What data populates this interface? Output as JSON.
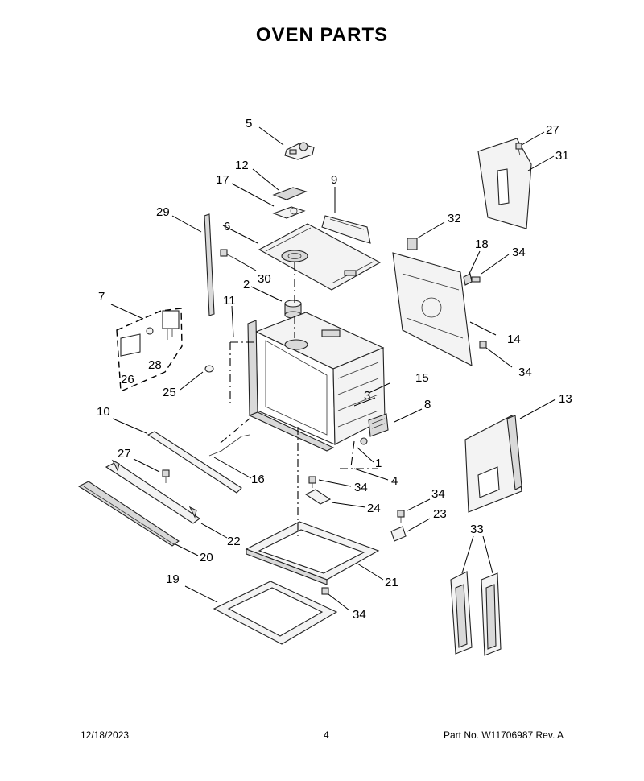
{
  "title": "OVEN PARTS",
  "footer": {
    "date": "12/18/2023",
    "page": "4",
    "part_no": "Part No.  W11706987  Rev.  A"
  },
  "callouts": {
    "c1": "1",
    "c2": "2",
    "c3": "3",
    "c4": "4",
    "c5": "5",
    "c6": "6",
    "c7": "7",
    "c8": "8",
    "c9": "9",
    "c10": "10",
    "c11": "11",
    "c12": "12",
    "c13": "13",
    "c14": "14",
    "c15": "15",
    "c16": "16",
    "c17": "17",
    "c18": "18",
    "c19": "19",
    "c20": "20",
    "c21": "21",
    "c22": "22",
    "c23": "23",
    "c24": "24",
    "c25": "25",
    "c26": "26",
    "c27": "27",
    "c28": "28",
    "c29": "29",
    "c30": "30",
    "c31": "31",
    "c32": "32",
    "c33": "33",
    "c34": "34"
  }
}
